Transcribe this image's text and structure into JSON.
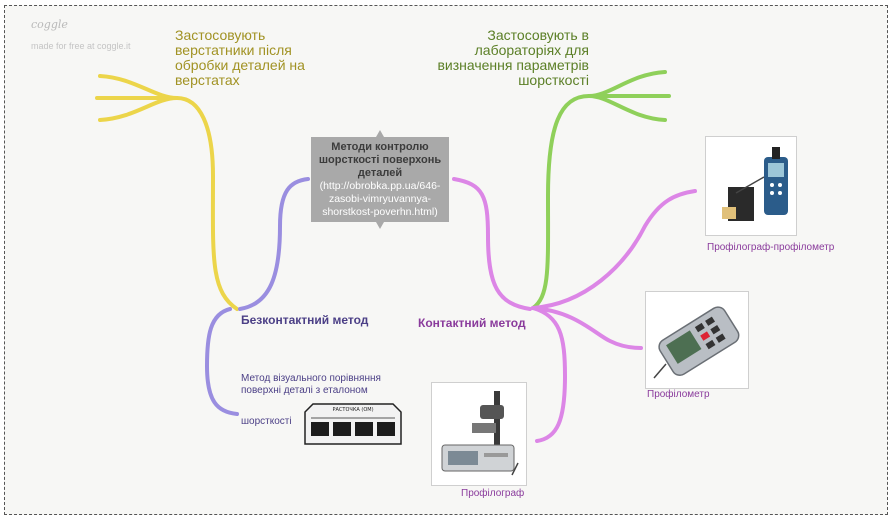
{
  "branding": {
    "logo": "coggle",
    "tagline": "made for free at coggle.it"
  },
  "central": {
    "title": "Методи контролю шорсткості поверхонь деталей",
    "url": "(http://obrobka.pp.ua/646-zasobi-vimryuvannya-shorstkost-poverhn.html)"
  },
  "notes": {
    "workshop": "Застосовують верстатники після обробки деталей на верстатах",
    "laboratory": "Застосовують в лабораторіях для визначення параметрів шорсткості"
  },
  "branches": {
    "noncontact": {
      "label": "Безконтактний метод",
      "child": "Метод візуального порівняння поверхні деталі з еталоном",
      "child_tail": "шорсткості",
      "plate_text": "РАСТОЧКА (ОМ)"
    },
    "contact": {
      "label": "Контактний метод",
      "children": [
        "Профілограф-профілометр",
        "Профілометр",
        "Профілограф"
      ]
    }
  },
  "colors": {
    "yellow": "#ecd54a",
    "green": "#8fd05a",
    "purple": "#9a8ee0",
    "magenta": "#dc86e6",
    "center_box": "#a9a9a9"
  }
}
